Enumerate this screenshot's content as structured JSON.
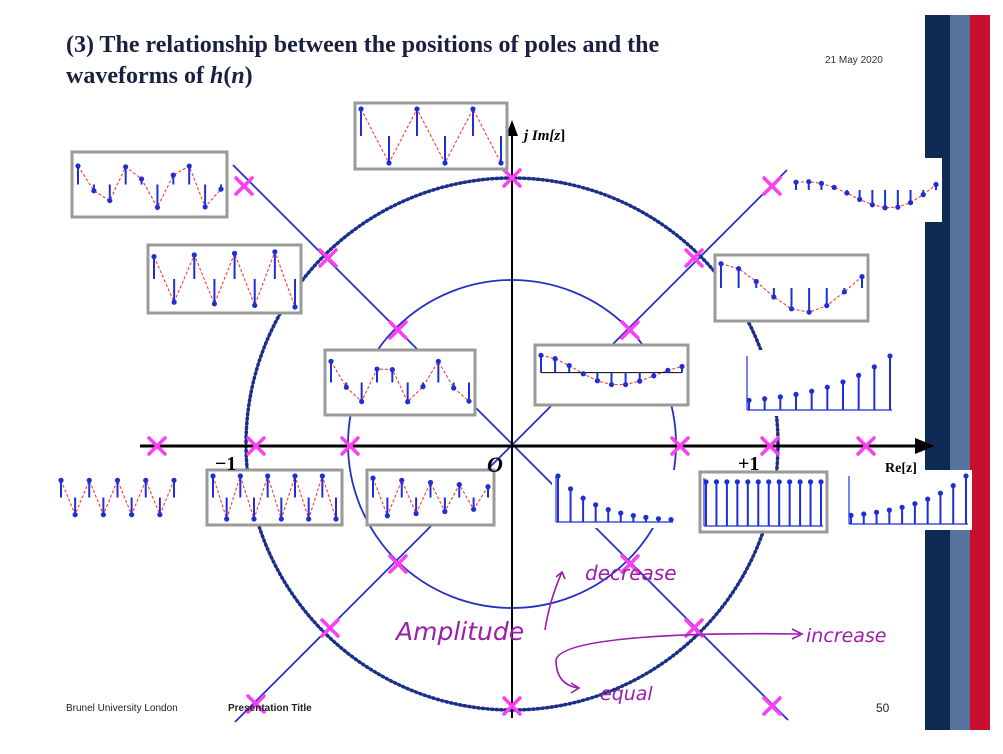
{
  "title": {
    "part1": "(3) The relationship between the positions of poles and the",
    "part2": "waveforms of ",
    "italic_h": "h",
    "paren_open": "(",
    "italic_n": "n",
    "paren_close": ")"
  },
  "date": "21 May 2020",
  "axes": {
    "im_label_prefix": "j Im[",
    "im_label_var": "z",
    "im_label_suffix": "]",
    "re_label": "Re[z]",
    "origin": "O",
    "minus_one": "−1",
    "plus_one": "+1"
  },
  "annotations": {
    "decrease": "decrease",
    "amplitude": "Amplitude",
    "increase": "increase",
    "equal": "equal"
  },
  "footer": {
    "university": "Brunel University London",
    "presentation": "Presentation Title",
    "page": "50"
  },
  "colors": {
    "navy": "#0f2b55",
    "slate": "#5872a0",
    "red": "#c8102e",
    "axis": "#000000",
    "line": "#2430c8",
    "circle": "#1a2f8a",
    "pole": "#ff3df5",
    "stem": "#1f2fd8",
    "envelope": "#ff3b30",
    "ink": "#9a1ea8"
  }
}
